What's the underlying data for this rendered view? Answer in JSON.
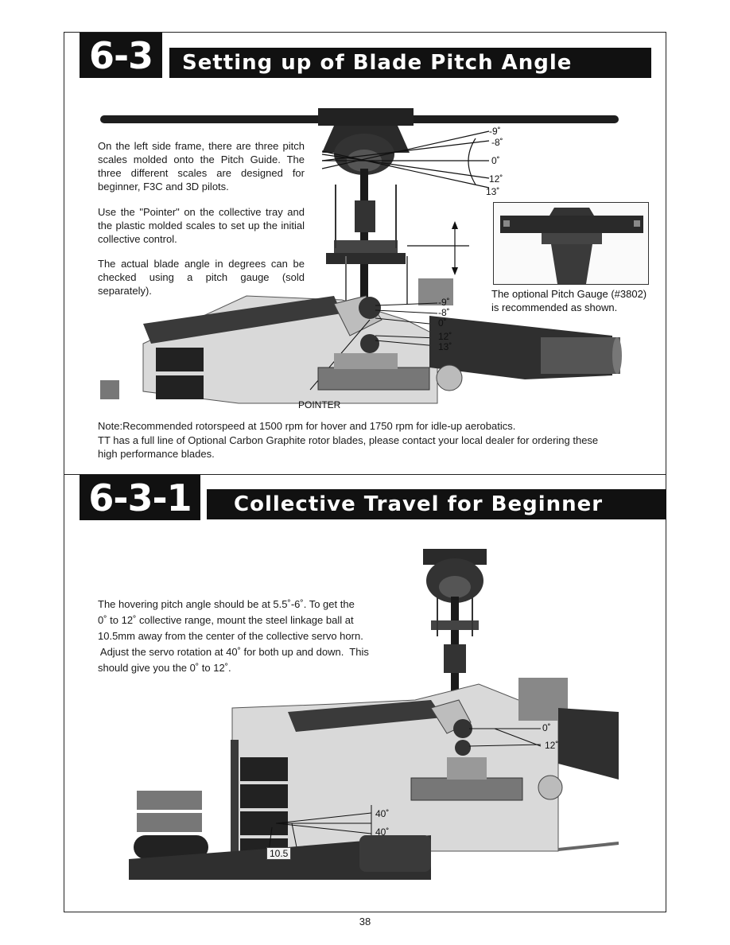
{
  "section1": {
    "number": "6-3",
    "title": "Setting up of Blade Pitch Angle",
    "paragraphs": [
      "On the left side frame, there are three pitch scales molded onto the Pitch Guide. The three different scales are designed for beginner, F3C and 3D pilots.",
      "Use the \"Pointer\" on the collective tray and the plastic molded scales to set up the initial collective control.",
      "The actual blade angle in degrees can be checked using a pitch gauge (sold separately)."
    ],
    "upper_angles": [
      "-9˚",
      "-8˚",
      "0˚",
      "12˚",
      "13˚"
    ],
    "lower_angles": [
      "-9˚",
      "-8˚",
      "0˚",
      "12˚",
      "13˚"
    ],
    "pointer_label": "POINTER",
    "gauge_caption": [
      "The optional Pitch Gauge (#3802)",
      "is recommended as shown."
    ],
    "notes": [
      "Note:Recommended rotorspeed at 1500 rpm for hover and 1750 rpm for idle-up aerobatics.",
      "TT has a full line of Optional Carbon Graphite rotor blades, please contact your local dealer for ordering these",
      "high performance blades."
    ]
  },
  "section2": {
    "number": "6-3-1",
    "title": "Collective Travel for Beginner",
    "lines": [
      "The hovering pitch angle should be at 5.5˚-6˚. To get the",
      "0˚ to 12˚ collective range, mount the steel linkage ball at",
      "10.5mm away from the center of the collective servo horn.",
      " Adjust the servo rotation at 40˚ for both up and down.  This",
      "should give you the 0˚ to 12˚."
    ],
    "angles": [
      "0˚",
      "12˚"
    ],
    "servo_angles": [
      "40˚",
      "40˚"
    ],
    "horn_distance": "10.5"
  },
  "page_number": "38"
}
